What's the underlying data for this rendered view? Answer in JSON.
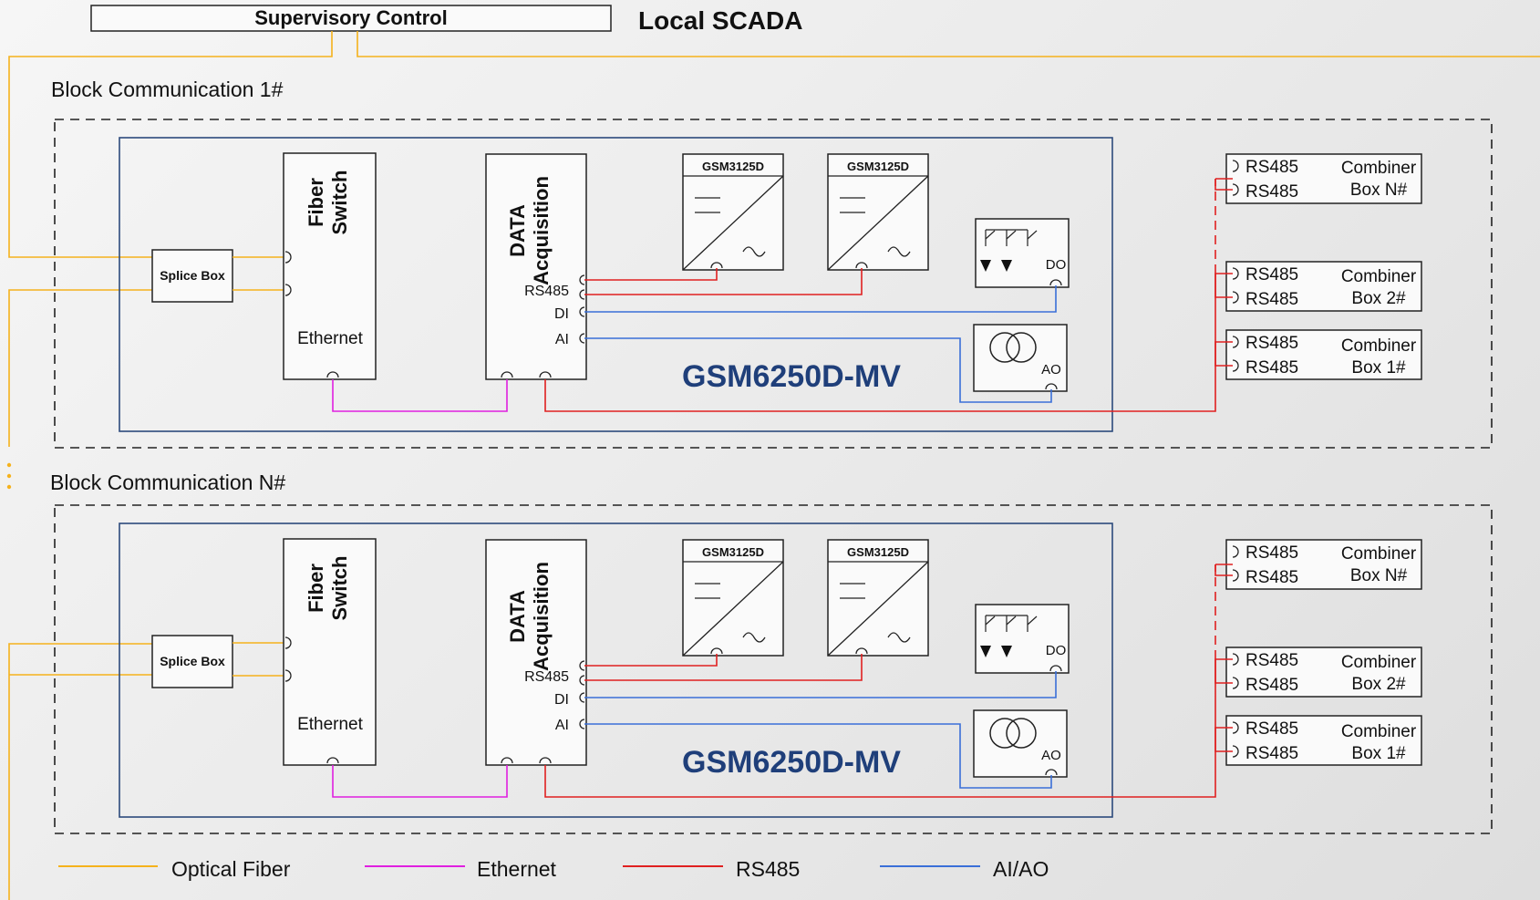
{
  "header": {
    "supervisory_control": "Supervisory Control",
    "local_scada": "Local SCADA"
  },
  "blocks": [
    {
      "title": "Block Communication 1#",
      "splice_box": "Splice Box",
      "fiber_switch_line1": "Fiber",
      "fiber_switch_line2": "Switch",
      "fiber_switch_port": "Ethernet",
      "data_acq_line1": "DATA",
      "data_acq_line2": "Acquisition",
      "data_acq_ports": [
        "RS485",
        "DI",
        "AI"
      ],
      "inverters": [
        "GSM3125D",
        "GSM3125D"
      ],
      "do_label": "DO",
      "ao_label": "AO",
      "model": "GSM6250D-MV",
      "combiners": [
        {
          "port1": "RS485",
          "port2": "RS485",
          "line1": "Combiner",
          "line2": "Box N#"
        },
        {
          "port1": "RS485",
          "port2": "RS485",
          "line1": "Combiner",
          "line2": "Box 2#"
        },
        {
          "port1": "RS485",
          "port2": "RS485",
          "line1": "Combiner",
          "line2": "Box 1#"
        }
      ]
    },
    {
      "title": "Block Communication N#",
      "splice_box": "Splice Box",
      "fiber_switch_line1": "Fiber",
      "fiber_switch_line2": "Switch",
      "fiber_switch_port": "Ethernet",
      "data_acq_line1": "DATA",
      "data_acq_line2": "Acquisition",
      "data_acq_ports": [
        "RS485",
        "DI",
        "AI"
      ],
      "inverters": [
        "GSM3125D",
        "GSM3125D"
      ],
      "do_label": "DO",
      "ao_label": "AO",
      "model": "GSM6250D-MV",
      "combiners": [
        {
          "port1": "RS485",
          "port2": "RS485",
          "line1": "Combiner",
          "line2": "Box N#"
        },
        {
          "port1": "RS485",
          "port2": "RS485",
          "line1": "Combiner",
          "line2": "Box 2#"
        },
        {
          "port1": "RS485",
          "port2": "RS485",
          "line1": "Combiner",
          "line2": "Box 1#"
        }
      ]
    }
  ],
  "legend": [
    {
      "label": "Optical  Fiber",
      "color": "#f5b21c"
    },
    {
      "label": "Ethernet",
      "color": "#e020e0"
    },
    {
      "label": "RS485",
      "color": "#e02020"
    },
    {
      "label": "AI/AO",
      "color": "#3a6fd8"
    }
  ],
  "colors": {
    "fiber": "#f5b21c",
    "ethernet": "#e020e0",
    "rs485": "#e02020",
    "aiao": "#3a6fd8",
    "panel_border": "#2c4a7c",
    "model_text": "#1f3f7a"
  }
}
